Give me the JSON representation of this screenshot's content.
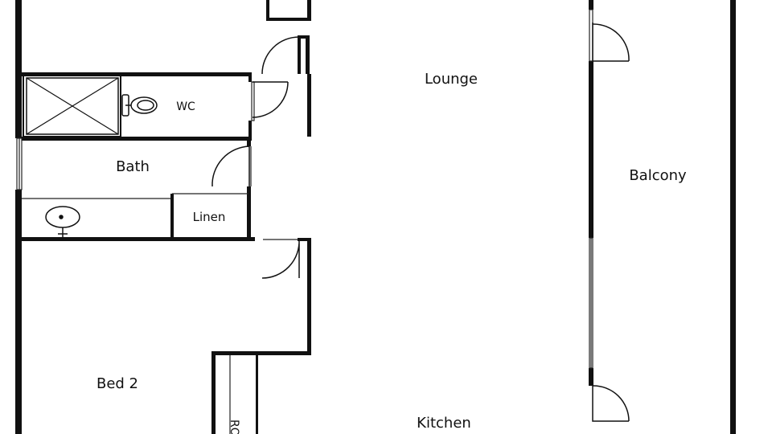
{
  "rooms": {
    "lounge": "Lounge",
    "wc": "WC",
    "bath": "Bath",
    "linen": "Linen",
    "balcony": "Balcony",
    "bed2": "Bed 2",
    "kitchen": "Kitchen",
    "robe": "RO"
  },
  "colors": {
    "wall": "#111111",
    "background": "#ffffff",
    "thin_line": "#222222"
  }
}
